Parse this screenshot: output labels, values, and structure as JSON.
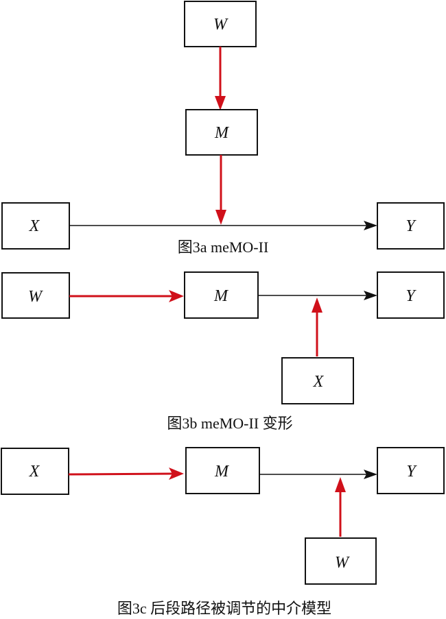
{
  "colors": {
    "moderation_path": "#d0101a",
    "main_path": "#111111",
    "box_border": "#111111",
    "background": "#ffffff"
  },
  "panels": [
    {
      "id": "3a",
      "caption": "图3a meMO-II",
      "nodes": [
        {
          "id": "W",
          "label": "W"
        },
        {
          "id": "M",
          "label": "M"
        },
        {
          "id": "X",
          "label": "X"
        },
        {
          "id": "Y",
          "label": "Y"
        }
      ],
      "edges": [
        {
          "from": "W",
          "to": "M",
          "color": "red"
        },
        {
          "from": "M",
          "to": "X→Y path",
          "color": "red"
        },
        {
          "from": "X",
          "to": "Y",
          "color": "black"
        }
      ]
    },
    {
      "id": "3b",
      "caption": "图3b meMO-II 变形",
      "nodes": [
        {
          "id": "W",
          "label": "W"
        },
        {
          "id": "M",
          "label": "M"
        },
        {
          "id": "Y",
          "label": "Y"
        },
        {
          "id": "X",
          "label": "X"
        }
      ],
      "edges": [
        {
          "from": "W",
          "to": "M",
          "color": "red"
        },
        {
          "from": "M",
          "to": "Y",
          "color": "black"
        },
        {
          "from": "X",
          "to": "M→Y path",
          "color": "red"
        }
      ]
    },
    {
      "id": "3c",
      "caption": "图3c 后段路径被调节的中介模型",
      "nodes": [
        {
          "id": "X",
          "label": "X"
        },
        {
          "id": "M",
          "label": "M"
        },
        {
          "id": "Y",
          "label": "Y"
        },
        {
          "id": "W",
          "label": "W"
        }
      ],
      "edges": [
        {
          "from": "X",
          "to": "M",
          "color": "red"
        },
        {
          "from": "M",
          "to": "Y",
          "color": "black"
        },
        {
          "from": "W",
          "to": "M→Y path",
          "color": "red"
        }
      ]
    }
  ]
}
